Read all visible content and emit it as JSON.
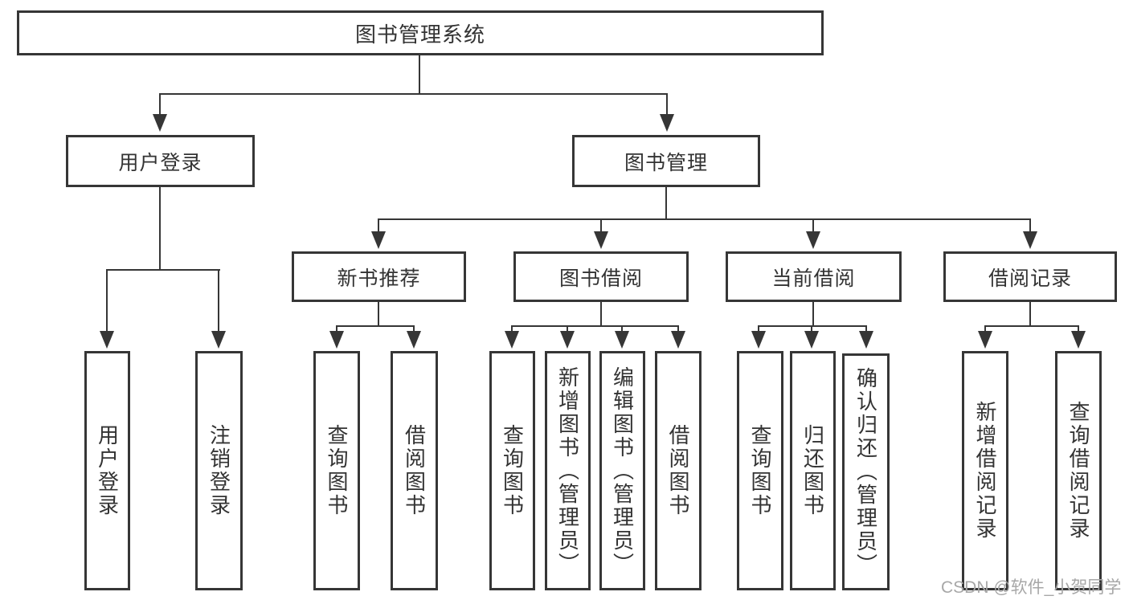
{
  "tree": {
    "root": {
      "label": "图书管理系统"
    },
    "level2": [
      {
        "label": "用户登录"
      },
      {
        "label": "图书管理"
      }
    ],
    "level3": [
      {
        "label": "新书推荐",
        "parent": "图书管理"
      },
      {
        "label": "图书借阅",
        "parent": "图书管理"
      },
      {
        "label": "当前借阅",
        "parent": "图书管理"
      },
      {
        "label": "借阅记录",
        "parent": "图书管理"
      }
    ],
    "leaves": [
      {
        "label": "用户登录",
        "parent": "用户登录"
      },
      {
        "label": "注销登录",
        "parent": "用户登录"
      },
      {
        "label": "查询图书",
        "parent": "新书推荐"
      },
      {
        "label": "借阅图书",
        "parent": "新书推荐"
      },
      {
        "label": "查询图书",
        "parent": "图书借阅"
      },
      {
        "label": "新增图书（管理员）",
        "parent": "图书借阅"
      },
      {
        "label": "编辑图书（管理员）",
        "parent": "图书借阅"
      },
      {
        "label": "借阅图书",
        "parent": "图书借阅"
      },
      {
        "label": "查询图书",
        "parent": "当前借阅"
      },
      {
        "label": "归还图书",
        "parent": "当前借阅"
      },
      {
        "label": "确认归还（管理员）",
        "parent": "当前借阅"
      },
      {
        "label": "新增借阅记录",
        "parent": "借阅记录"
      },
      {
        "label": "查询借阅记录",
        "parent": "借阅记录"
      }
    ]
  },
  "watermark": {
    "text": "CSDN @软件_小贺同学"
  },
  "colors": {
    "line": "#363636",
    "box_border": "#363636",
    "box_background": "#ffffff",
    "text": "#333333",
    "watermark_text": "#a7a7a7",
    "page_background": "#ffffff"
  }
}
